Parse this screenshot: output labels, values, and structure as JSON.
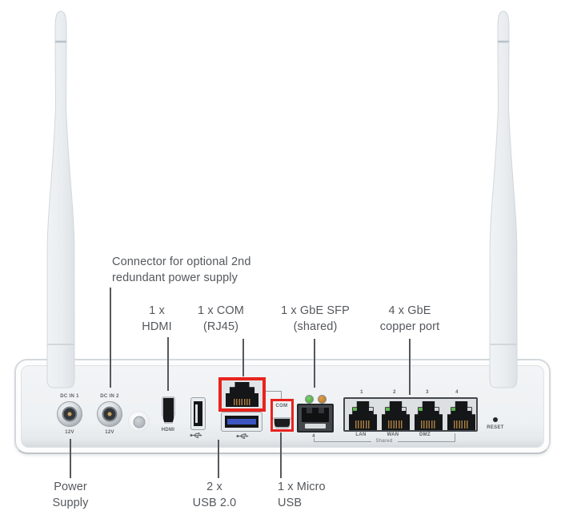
{
  "callouts": {
    "redundant_power": "Connector for optional 2nd\nredundant power supply",
    "hdmi": "1 x\nHDMI",
    "com": "1 x COM\n(RJ45)",
    "sfp": "1 x GbE SFP\n(shared)",
    "copper": "4 x GbE\ncopper port",
    "power": "Power\nSupply",
    "usb2": "2 x\nUSB 2.0",
    "micro_usb": "1 x Micro\nUSB"
  },
  "device": {
    "dc_in_1_label": "DC IN 1",
    "dc_in_1_voltage": "12V",
    "dc_in_2_label": "DC IN 2",
    "dc_in_2_voltage": "12V",
    "hdmi_label": "HDMI",
    "com_label": "COM",
    "sfp_number": "4",
    "port_numbers": [
      "1",
      "2",
      "3",
      "4"
    ],
    "port_names": [
      "LAN",
      "WAN",
      "DMZ"
    ],
    "shared_label": "Shared",
    "reset_label": "RESET"
  },
  "colors": {
    "highlight_red": "#e8231e",
    "led_green": "#4aa338",
    "led_amber": "#c07b22",
    "label_text": "#55585d"
  }
}
